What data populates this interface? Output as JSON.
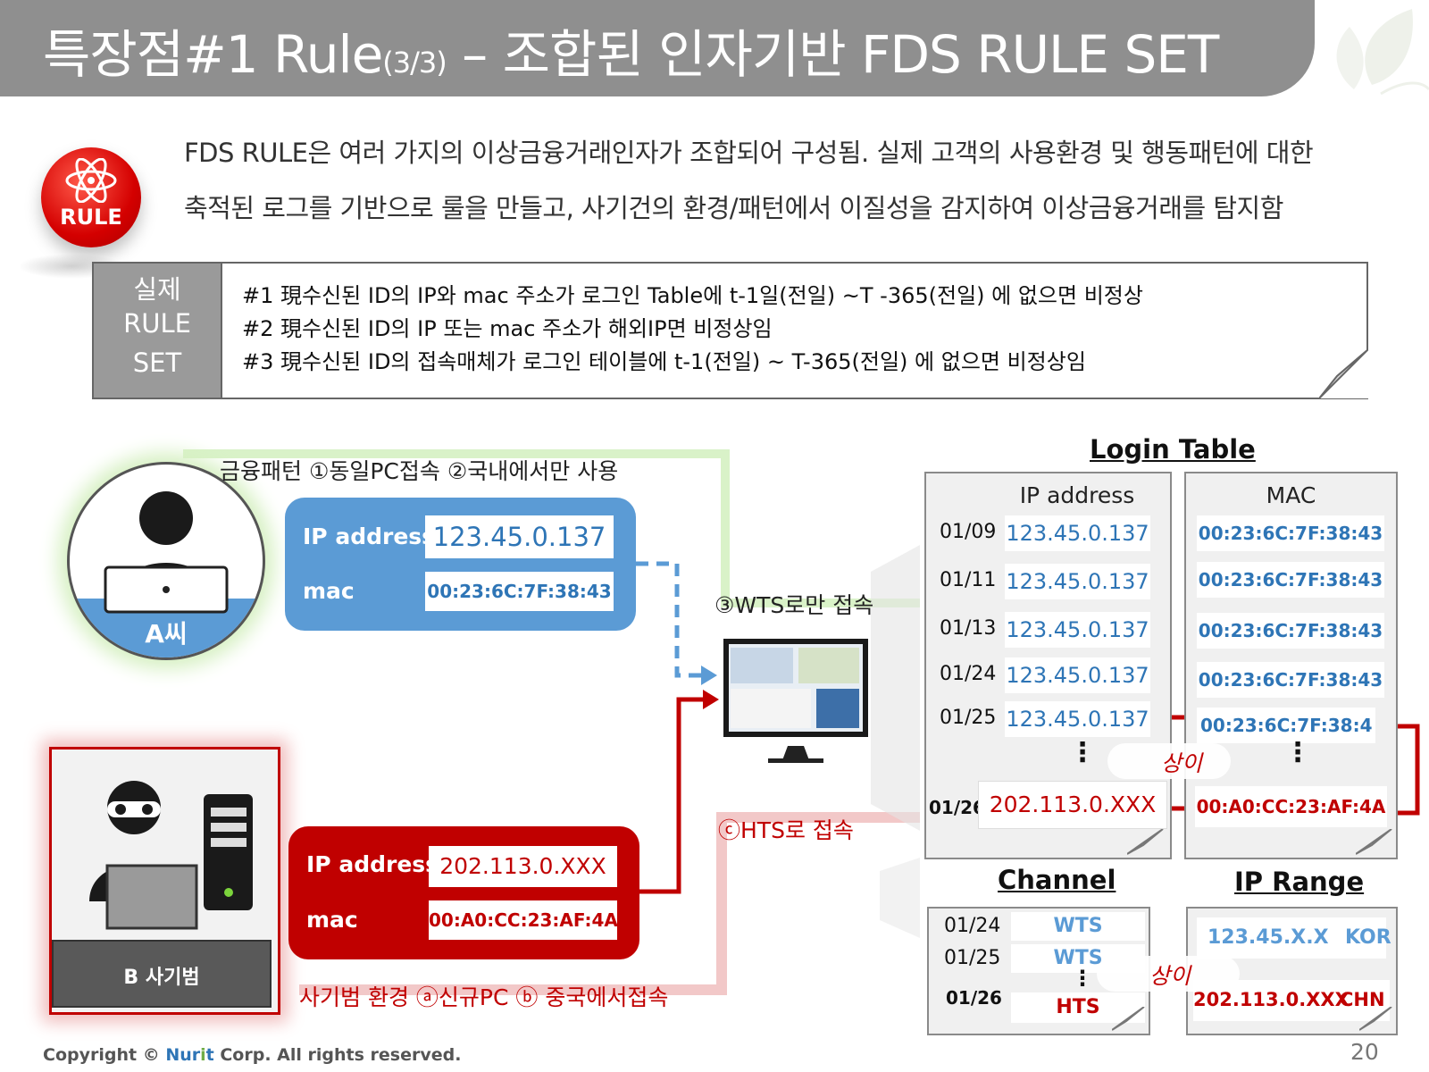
{
  "title": {
    "main": "특장점#1 Rule",
    "sub": "(3/3)",
    "rest": " – 조합된 인자기반 FDS RULE SET"
  },
  "badge": {
    "label": "RULE"
  },
  "intro": {
    "line1": "FDS RULE은 여러 가지의 이상금융거래인자가 조합되어 구성됨. 실제 고객의 사용환경 및 행동패턴에 대한",
    "line2": "축적된 로그를 기반으로 룰을 만들고, 사기건의 환경/패턴에서 이질성을 감지하여 이상금융거래를 탐지함"
  },
  "rulebox": {
    "side": [
      "실제",
      "RULE",
      "SET"
    ],
    "rules": [
      "#1 現수신된 ID의 IP와 mac 주소가 로그인 Table에 t-1일(전일) ~T -365(전일) 에 없으면 비정상",
      "#2 現수신된 ID의 IP 또는 mac 주소가 해외IP면 비정상임",
      "#3 現수신된 ID의 접속매체가 로그인 테이블에 t-1(전일) ~ T-365(전일) 에 없으면 비정상임"
    ]
  },
  "user_a": {
    "name": "A씨",
    "pattern": "금융패턴 ①동일PC접속 ②국내에서만 사용",
    "wts_note": "③WTS로만 접속",
    "ip_label": "IP address",
    "ip": "123.45.0.137",
    "mac_label": "mac",
    "mac": "00:23:6C:7F:38:43"
  },
  "user_b": {
    "name": "B 사기범",
    "env": "사기범 환경  ⓐ신규PC ⓑ 중국에서접속",
    "hts_note": "ⓒHTS로 접속",
    "ip_label": "IP address",
    "ip": "202.113.0.XXX",
    "mac_label": "mac",
    "mac": "00:A0:CC:23:AF:4A"
  },
  "login_table": {
    "title": "Login Table",
    "ip_header": "IP address",
    "mac_header": "MAC",
    "rows": [
      {
        "date": "01/09",
        "ip": "123.45.0.137",
        "mac": "00:23:6C:7F:38:43"
      },
      {
        "date": "01/11",
        "ip": "123.45.0.137",
        "mac": "00:23:6C:7F:38:43"
      },
      {
        "date": "01/13",
        "ip": "123.45.0.137",
        "mac": "00:23:6C:7F:38:43"
      },
      {
        "date": "01/24",
        "ip": "123.45.0.137",
        "mac": "00:23:6C:7F:38:43"
      },
      {
        "date": "01/25",
        "ip": "123.45.0.137",
        "mac": "00:23:6C:7F:38:4"
      }
    ],
    "dots": "⋮",
    "new_row": {
      "date": "01/26",
      "ip": "202.113.0.XXX",
      "mac": "00:A0:CC:23:AF:4A"
    },
    "diff_label": "상이"
  },
  "channel": {
    "title": "Channel",
    "rows": [
      {
        "date": "01/24",
        "value": "WTS"
      },
      {
        "date": "01/25",
        "value": "WTS"
      },
      {
        "date": "01/26",
        "value": "HTS"
      }
    ],
    "dots": "⋮"
  },
  "ip_range": {
    "title": "IP Range",
    "rows": [
      {
        "range": "123.45.X.X",
        "country": "KOR"
      },
      {
        "range": "202.113.0.XXX",
        "country": "CHN"
      }
    ],
    "diff_label": "상이"
  },
  "footer": {
    "copyright_pre": "Copyright © ",
    "brand_a": "Nur",
    "brand_b": "i",
    "brand_c": "t",
    "copyright_post": " Corp. All rights reserved.",
    "page": "20"
  },
  "colors": {
    "blue": "#5b9bd5",
    "red": "#c00000",
    "gray": "#8f8f8f"
  }
}
